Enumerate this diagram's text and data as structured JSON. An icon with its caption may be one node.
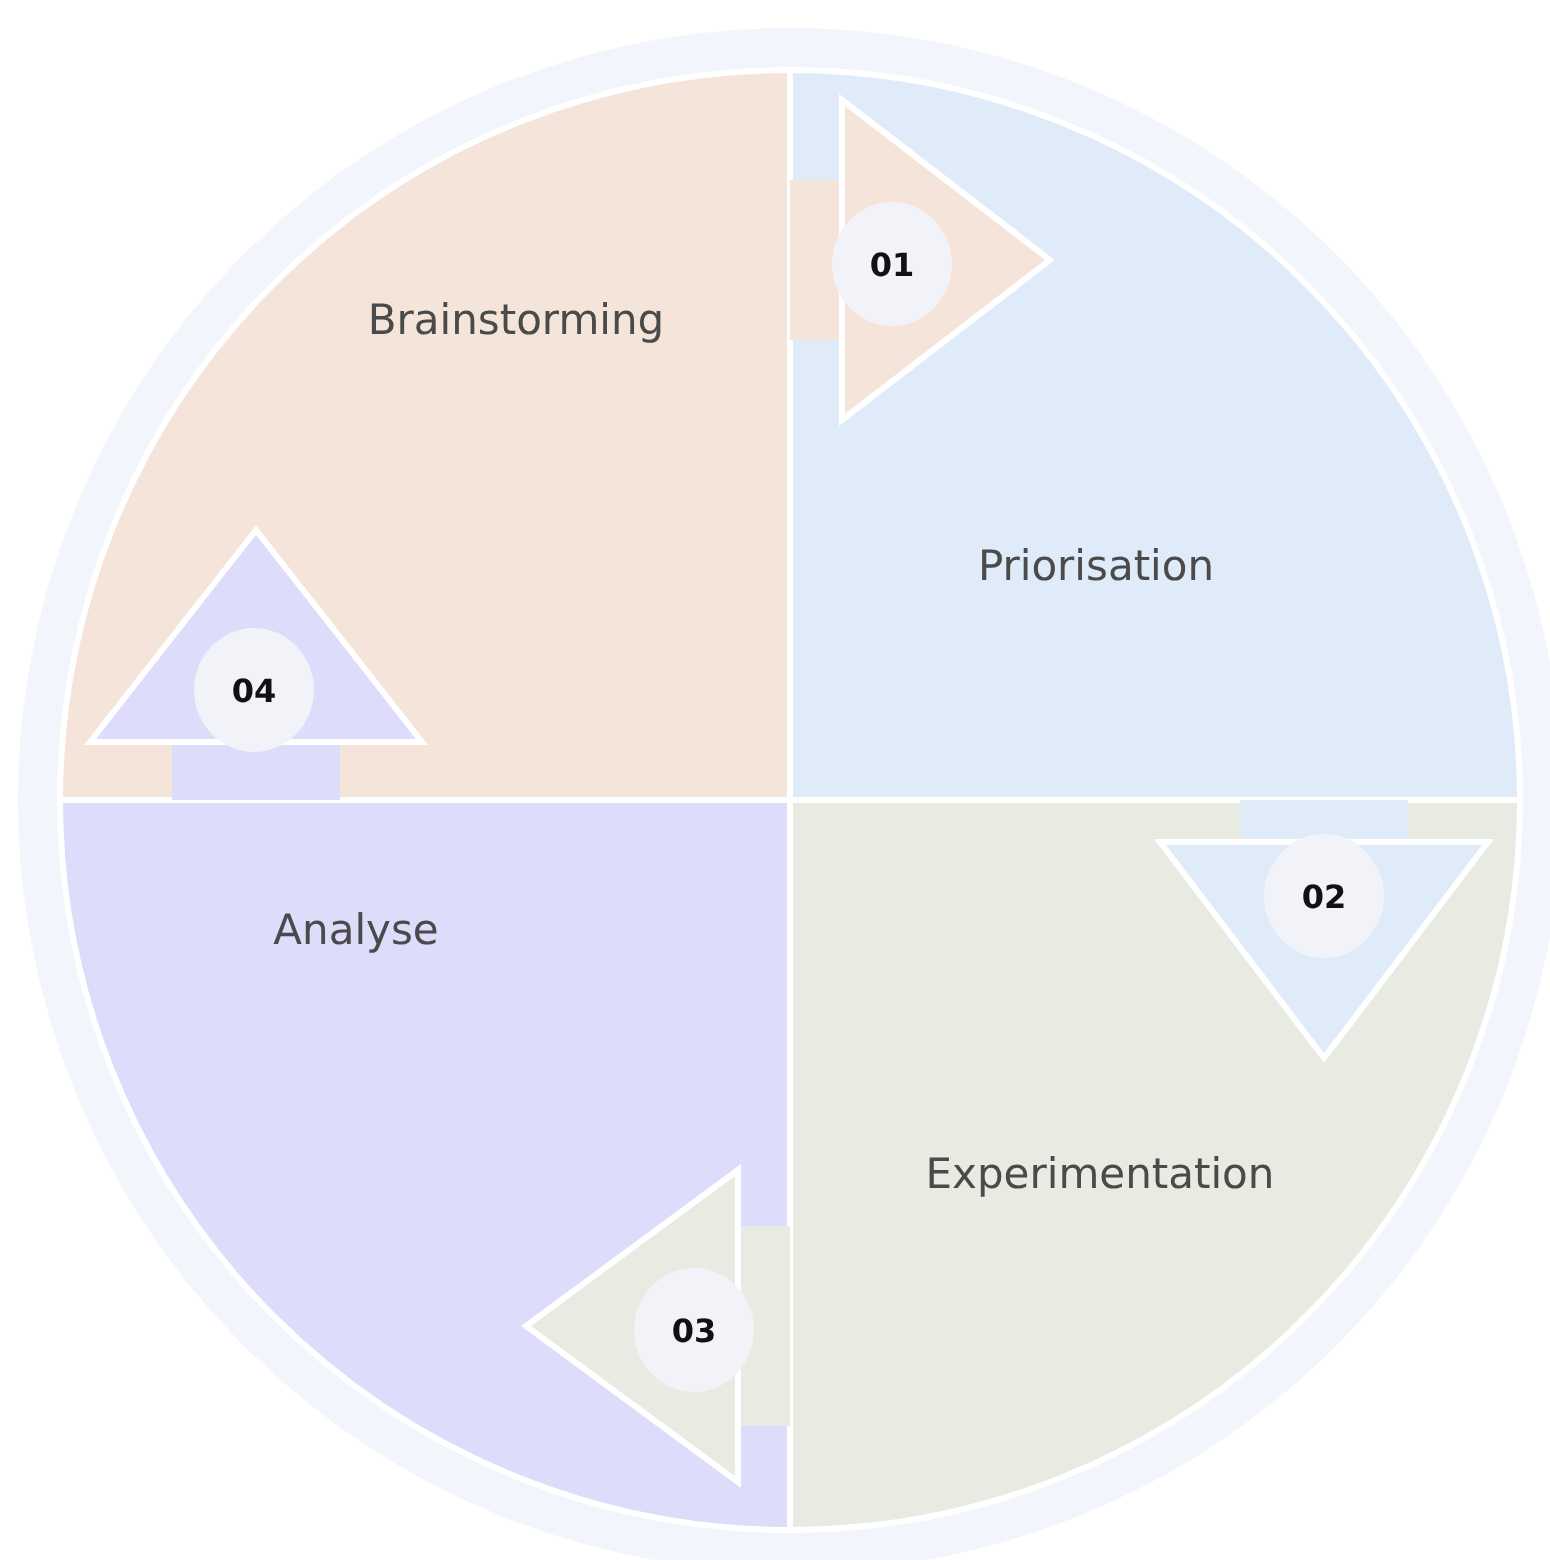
{
  "diagram": {
    "nodes": [
      {
        "text": [
          "Brainstorming"
        ]
      },
      {
        "text": [
          "Priorisation"
        ]
      },
      {
        "text": [
          "Experimentation"
        ]
      },
      {
        "text": [
          "Analyse"
        ]
      }
    ],
    "edges": [
      {
        "from": 0,
        "to": 1,
        "arrow": "to",
        "label": "01"
      },
      {
        "from": 1,
        "to": 2,
        "arrow": "to",
        "label": "02"
      },
      {
        "from": 2,
        "to": 3,
        "arrow": "to",
        "label": "03"
      },
      {
        "from": 3,
        "to": 0,
        "arrow": "to",
        "label": "04"
      }
    ]
  }
}
